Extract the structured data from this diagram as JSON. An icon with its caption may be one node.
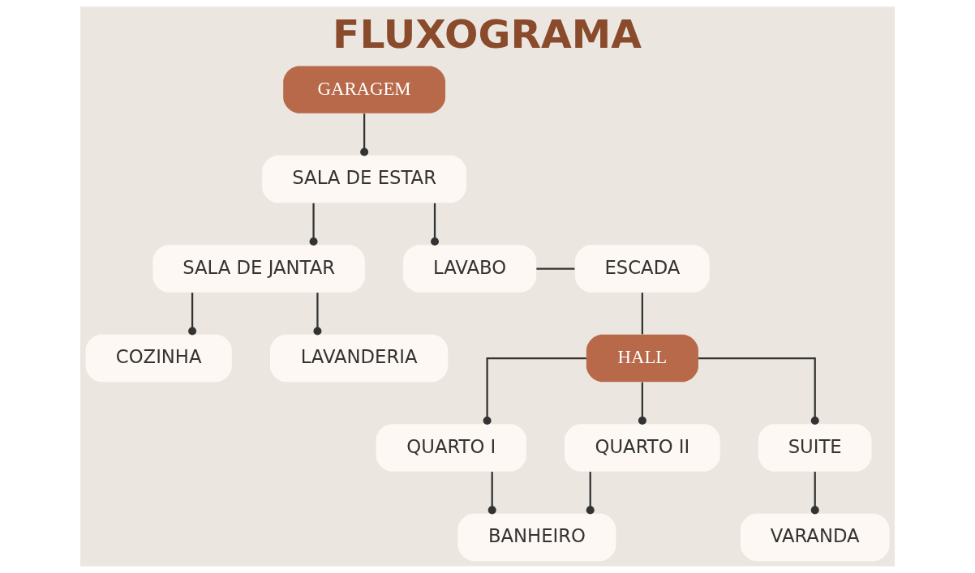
{
  "diagram": {
    "title": "FLUXOGRAMA",
    "nodes": [
      {
        "text": [
          "GARAGEM"
        ]
      },
      {
        "text": [
          "SALA DE ESTAR"
        ]
      },
      {
        "text": [
          "SALA DE JANTAR"
        ]
      },
      {
        "text": [
          "LAVABO"
        ]
      },
      {
        "text": [
          "ESCADA"
        ]
      },
      {
        "text": [
          "COZINHA"
        ]
      },
      {
        "text": [
          "LAVANDERIA"
        ]
      },
      {
        "text": [
          "HALL"
        ]
      },
      {
        "text": [
          "QUARTO I"
        ]
      },
      {
        "text": [
          "QUARTO II"
        ]
      },
      {
        "text": [
          "SUITE"
        ]
      },
      {
        "text": [
          "BANHEIRO"
        ]
      },
      {
        "text": [
          "VARANDA"
        ]
      }
    ],
    "edges": [
      {
        "from": 0,
        "to": 1,
        "arrow": "other"
      },
      {
        "from": 1,
        "to": 2,
        "arrow": "other"
      },
      {
        "from": 1,
        "to": 3,
        "arrow": "other"
      },
      {
        "from": 3,
        "to": 4,
        "arrow": "none"
      },
      {
        "from": 2,
        "to": 5,
        "arrow": "other"
      },
      {
        "from": 2,
        "to": 6,
        "arrow": "other"
      },
      {
        "from": 4,
        "to": 7,
        "arrow": "none"
      },
      {
        "from": 7,
        "to": 8,
        "arrow": "other"
      },
      {
        "from": 7,
        "to": 9,
        "arrow": "other"
      },
      {
        "from": 7,
        "to": 10,
        "arrow": "other"
      },
      {
        "from": 8,
        "to": 11,
        "arrow": "other"
      },
      {
        "from": 9,
        "to": 11,
        "arrow": "other"
      },
      {
        "from": 10,
        "to": 12,
        "arrow": "other"
      }
    ]
  }
}
